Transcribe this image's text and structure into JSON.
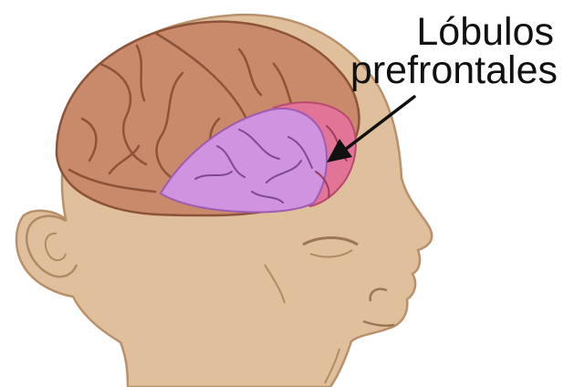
{
  "annotation": {
    "line1": "Lóbulos",
    "line2": "prefrontales"
  },
  "colors": {
    "skin": "#e0bf9d",
    "skin_outline": "#b8916c",
    "brain": "#c98a6c",
    "brain_outline": "#8d5338",
    "frontal_lobe": "#cf93df",
    "prefrontal_lobe": "#e27597",
    "text": "#111111"
  },
  "icons": {
    "arrow": "arrow-pointer"
  }
}
